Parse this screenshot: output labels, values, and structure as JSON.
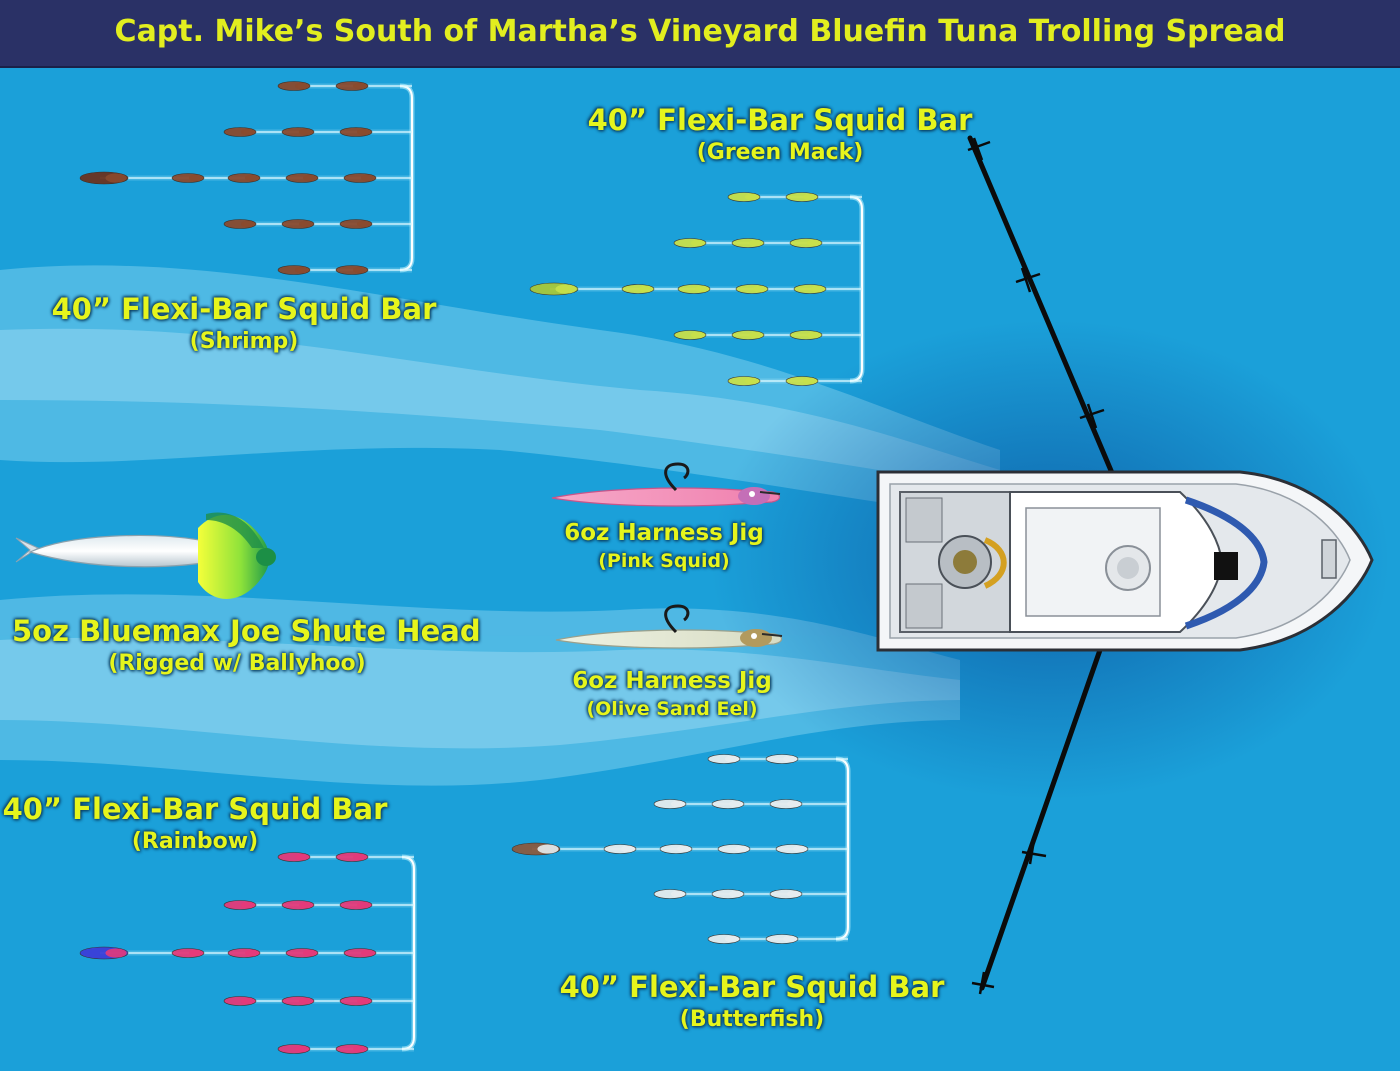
{
  "title": "Capt. Mike’s South of Martha’s Vineyard Bluefin Tuna Trolling Spread",
  "labels": {
    "shrimp": {
      "main": "40” Flexi-Bar Squid Bar",
      "sub": "(Shrimp)"
    },
    "green_mack": {
      "main": "40” Flexi-Bar Squid Bar",
      "sub": "(Green Mack)"
    },
    "joe_shute": {
      "main": "5oz Bluemax Joe Shute Head",
      "sub": "(Rigged w/ Ballyhoo)"
    },
    "pink_squid": {
      "main": "6oz Harness Jig",
      "sub": "(Pink Squid)"
    },
    "olive_sand_eel": {
      "main": "6oz Harness Jig",
      "sub": "(Olive Sand Eel)"
    },
    "rainbow": {
      "main": "40” Flexi-Bar Squid Bar",
      "sub": "(Rainbow)"
    },
    "butterfish": {
      "main": "40” Flexi-Bar Squid Bar",
      "sub": "(Butterfish)"
    }
  },
  "colors": {
    "water": "#1da6dd",
    "title_bg": "#2a3166",
    "label": "#e6f51c",
    "shrimp_lure": "#8a4a2e",
    "green_mack_lure": "#c8e04a",
    "rainbow_lure": "#e43a7a",
    "butterfish_lure": "#e6ecee"
  },
  "icons": [
    "boat-icon",
    "outrigger-icon",
    "squid-lure-icon",
    "harness-jig-icon",
    "joe-shute-lure-icon"
  ]
}
